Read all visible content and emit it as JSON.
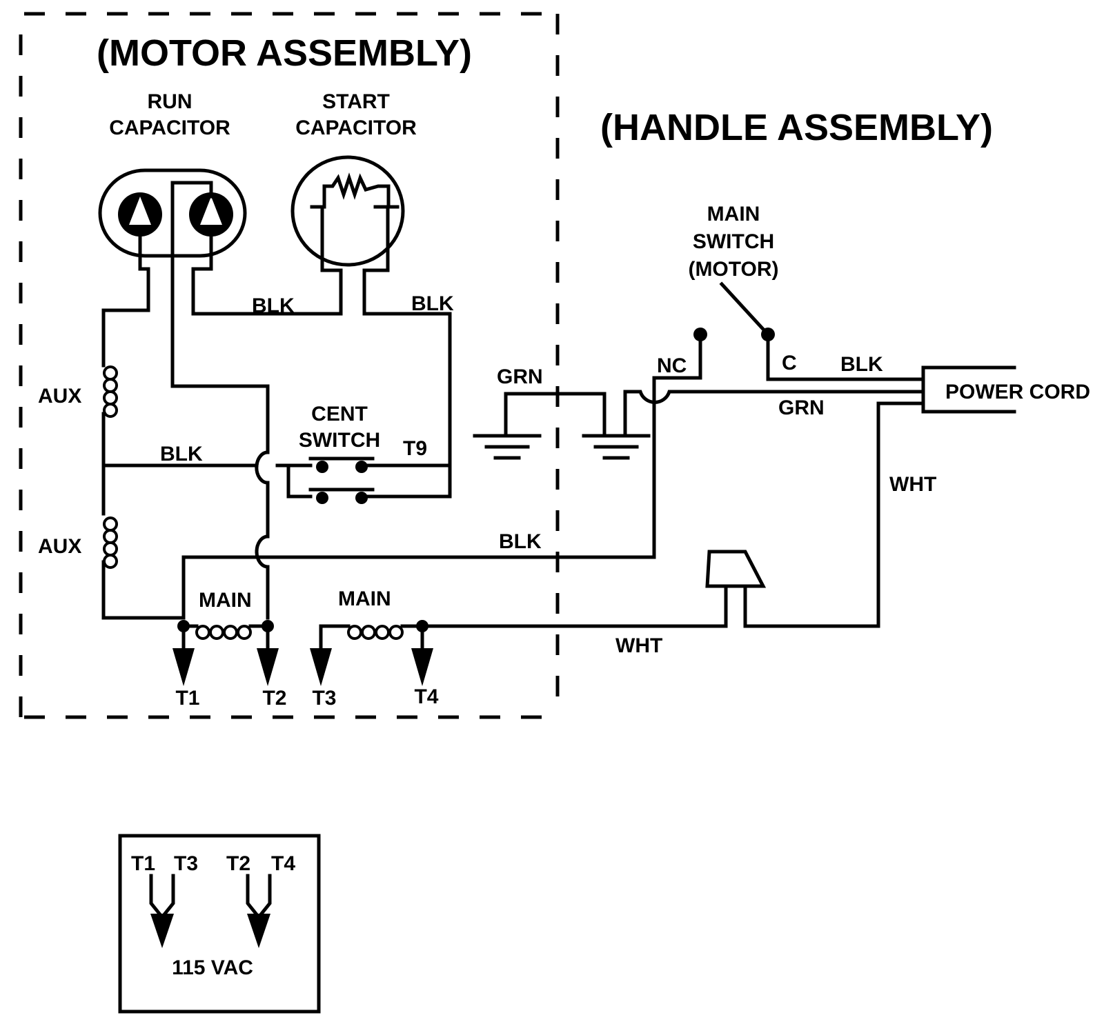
{
  "sections": {
    "motor_assembly": "(MOTOR ASSEMBLY)",
    "handle_assembly": "(HANDLE ASSEMBLY)"
  },
  "components": {
    "run_capacitor": [
      "RUN",
      "CAPACITOR"
    ],
    "start_capacitor": [
      "START",
      "CAPACITOR"
    ],
    "main_switch": [
      "MAIN",
      "SWITCH",
      "(MOTOR)"
    ],
    "cent_switch": [
      "CENT",
      "SWITCH"
    ],
    "aux_winding_top": "AUX",
    "aux_winding_bottom": "AUX",
    "main_winding_left": "MAIN",
    "main_winding_right": "MAIN",
    "power_cord": "POWER CORD"
  },
  "wires": {
    "blk_run_to_start": "BLK",
    "blk_start_to_t9": "BLK",
    "blk_aux_to_cent": "BLK",
    "blk_main_to_nc": "BLK",
    "blk_c_to_cord": "BLK",
    "grn_ground_motor": "GRN",
    "grn_cord": "GRN",
    "wht_cord": "WHT",
    "wht_main": "WHT"
  },
  "switch_terminals": {
    "nc": "NC",
    "c": "C"
  },
  "terminals": {
    "t1": "T1",
    "t2": "T2",
    "t3": "T3",
    "t4": "T4",
    "t9": "T9"
  },
  "voltage_box": {
    "left_pair": [
      "T1",
      "T3"
    ],
    "right_pair": [
      "T2",
      "T4"
    ],
    "voltage": "115 VAC"
  }
}
